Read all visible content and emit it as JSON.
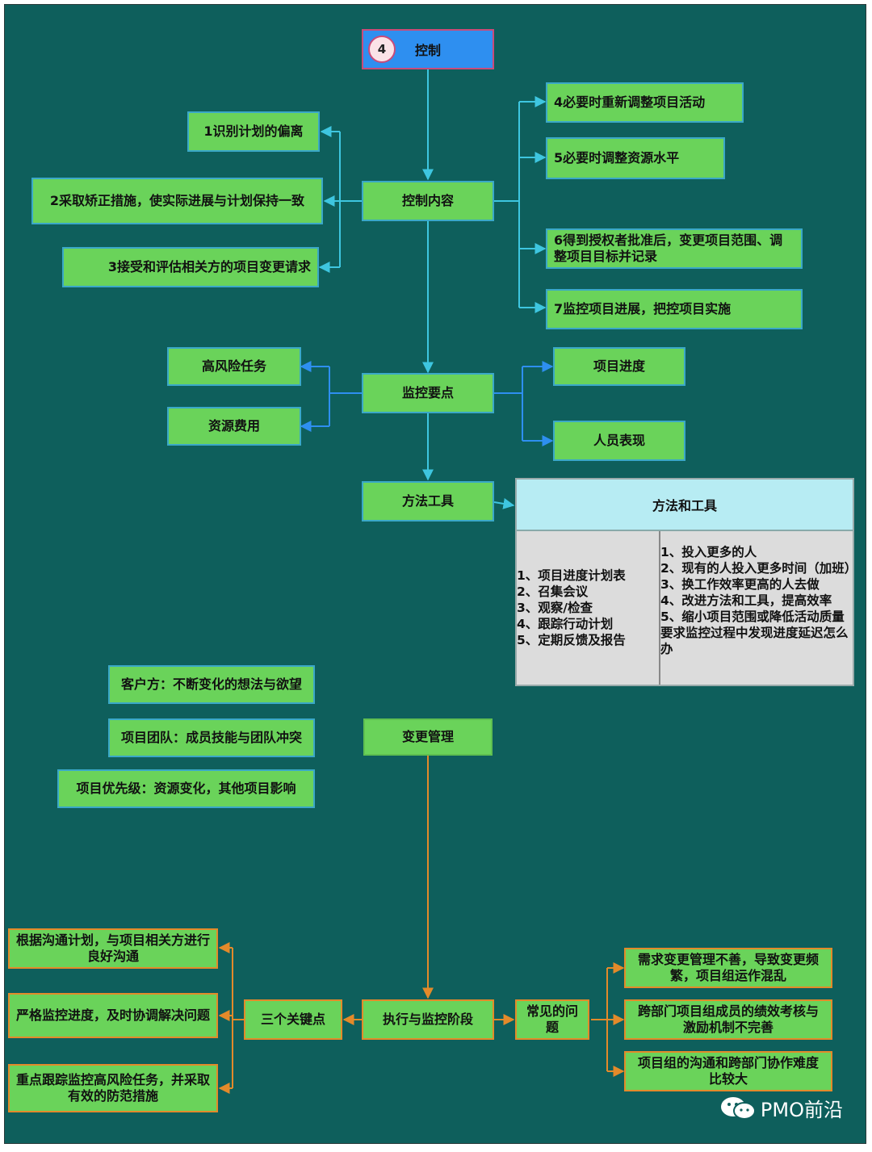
{
  "header": {
    "number": "4",
    "title": "控制"
  },
  "control": {
    "label": "控制内容",
    "left_items": [
      "1识别计划的偏离",
      "2采取矫正措施，使实际进展与计划保持一致",
      "3接受和评估相关方的项目变更请求"
    ],
    "right_items": [
      "4必要时重新调整项目活动",
      "5必要时调整资源水平",
      "6得到授权者批准后，变更项目范围、调整项目目标并记录",
      "7监控项目进展，把控项目实施"
    ]
  },
  "monitor": {
    "label": "监控要点",
    "left_items": [
      "高风险任务",
      "资源费用"
    ],
    "right_items": [
      "项目进度",
      "人员表现"
    ]
  },
  "methods": {
    "label": "方法工具",
    "table_title": "方法和工具",
    "col1": [
      "1、项目进度计划表",
      "2、召集会议",
      "3、观察/检查",
      "4、跟踪行动计划",
      "5、定期反馈及报告"
    ],
    "col2": [
      "1、投入更多的人",
      "2、现有的人投入更多时间（加班）",
      "3、换工作效率更高的人去做",
      "4、改进方法和工具，提高效率",
      "5、缩小项目范围或降低活动质量要求监控过程中发现进度延迟怎么办"
    ]
  },
  "change": {
    "label": "变更管理",
    "items": [
      "客户方：不断变化的想法与欲望",
      "项目团队：成员技能与团队冲突",
      "项目优先级：资源变化，其他项目影响"
    ]
  },
  "execution": {
    "label": "执行与监控阶段",
    "key_points_label": "三个关键点",
    "key_points": [
      "根据沟通计划，与项目相关方进行良好沟通",
      "严格监控进度，及时协调解决问题",
      "重点跟踪监控高风险任务，并采取有效的防范措施"
    ],
    "problems_label": "常见的问题",
    "problems": [
      "需求变更管理不善，导致变更频繁，项目组运作混乱",
      "跨部门项目组成员的绩效考核与激励机制不完善",
      "项目组的沟通和跨部门协作难度比较大"
    ]
  },
  "watermark": "PMO前沿",
  "colors": {
    "background": "#0e5f5c",
    "box": "#6ad35a",
    "cyan_line": "#3ec6e0",
    "orange_line": "#e38a2a"
  }
}
